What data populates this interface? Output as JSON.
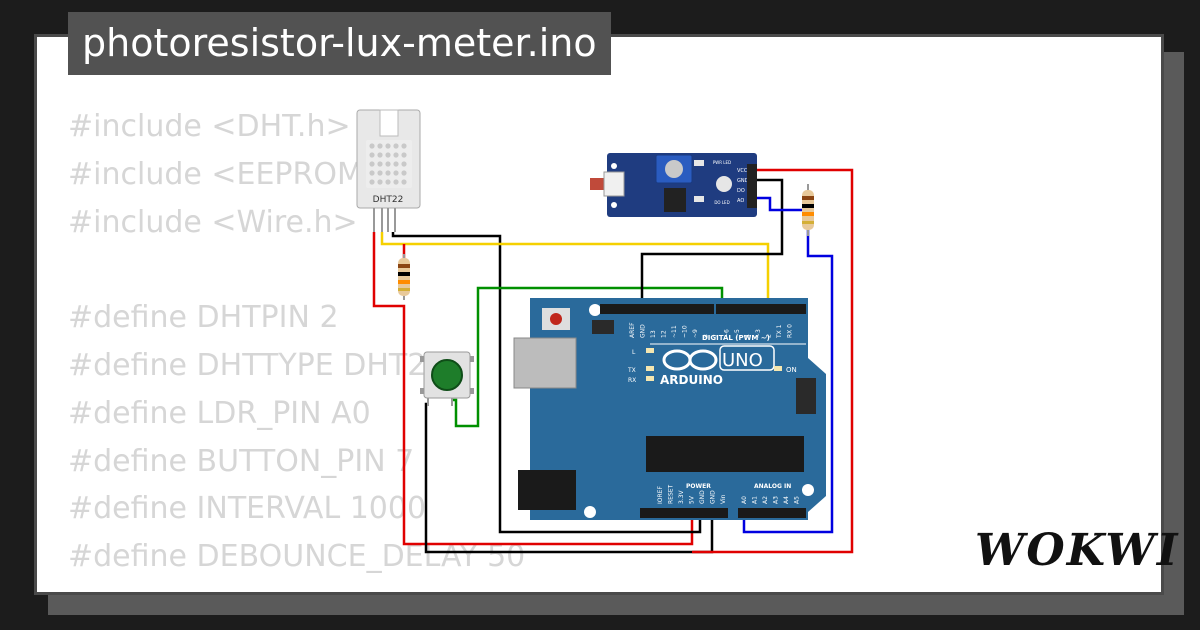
{
  "title": "photoresistor-lux-meter.ino",
  "code_lines": [
    "#include <DHT.h>",
    "#include <EEPROM.h>",
    "#include <Wire.h>",
    "",
    "#define DHTPIN 2",
    "#define DHTTYPE DHT22",
    "#define LDR_PIN A0",
    "#define BUTTON_PIN 7",
    "#define INTERVAL 1000",
    "#define DEBOUNCE_DELAY 50"
  ],
  "dht": {
    "label": "DHT22"
  },
  "arduino": {
    "brand": "ARDUINO",
    "model": "UNO",
    "digital_label": "DIGITAL (PWM ~)",
    "analog_label": "ANALOG IN",
    "power_label": "POWER",
    "on_label": "ON",
    "led_l": "L",
    "led_tx": "TX",
    "led_rx": "RX",
    "digital_pins": [
      "AREF",
      "GND",
      "13",
      "12",
      "~11",
      "~10",
      "~9",
      "8",
      "7",
      "~6",
      "~5",
      "4",
      "~3",
      "2",
      "TX 1",
      "RX 0"
    ],
    "power_pins": [
      "IOREF",
      "RESET",
      "3.3V",
      "5V",
      "GND",
      "GND",
      "Vin"
    ],
    "analog_pins": [
      "A0",
      "A1",
      "A2",
      "A3",
      "A4",
      "A5"
    ]
  },
  "ldr_module": {
    "pins": [
      "VCC",
      "GND",
      "DO",
      "AO"
    ],
    "led_pwr": "PWR LED",
    "led_do": "DO LED"
  },
  "logo": "WOKWI",
  "colors": {
    "background": "#1c1c1c",
    "board": "#2a6a9b",
    "module": "#1f3c80",
    "wire_red": "#e00000",
    "wire_black": "#000000",
    "wire_yellow": "#f5d000",
    "wire_green": "#009000",
    "wire_blue": "#0000e0",
    "button": "#1e7d2a"
  }
}
